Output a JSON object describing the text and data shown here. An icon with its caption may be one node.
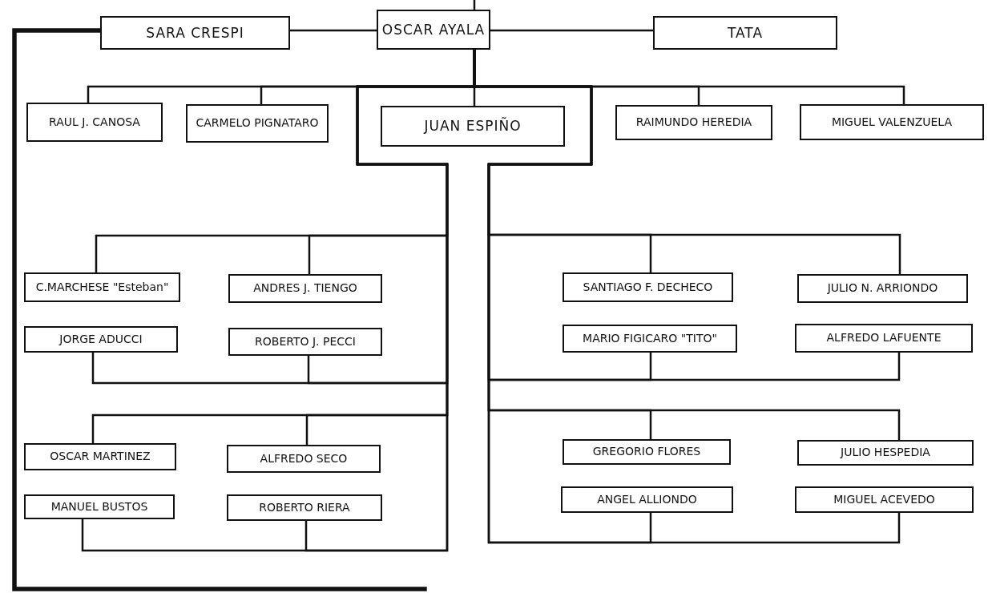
{
  "diagram": {
    "nodes": [
      {
        "text": [
          "SARA CRESPI"
        ]
      },
      {
        "text": [
          "OSCAR AYALA"
        ]
      },
      {
        "text": [
          "TATA"
        ]
      },
      {
        "text": [
          "RAUL J. CANOSA"
        ]
      },
      {
        "text": [
          "CARMELO PIGNATARO"
        ]
      },
      {
        "text": [
          "JUAN ESPIÑO"
        ]
      },
      {
        "text": [
          "RAIMUNDO HEREDIA"
        ]
      },
      {
        "text": [
          "MIGUEL VALENZUELA"
        ]
      },
      {
        "text": [
          "C.MARCHESE \"Esteban\""
        ]
      },
      {
        "text": [
          "ANDRES J. TIENGO"
        ]
      },
      {
        "text": [
          "SANTIAGO F. DECHECO"
        ]
      },
      {
        "text": [
          "JULIO N. ARRIONDO"
        ]
      },
      {
        "text": [
          "JORGE ADUCCI"
        ]
      },
      {
        "text": [
          "ROBERTO J. PECCI"
        ]
      },
      {
        "text": [
          "MARIO FIGICARO \"TITO\""
        ]
      },
      {
        "text": [
          "ALFREDO LAFUENTE"
        ]
      },
      {
        "text": [
          "OSCAR MARTINEZ"
        ]
      },
      {
        "text": [
          "ALFREDO SECO"
        ]
      },
      {
        "text": [
          "GREGORIO FLORES"
        ]
      },
      {
        "text": [
          "JULIO HESPEDIA"
        ]
      },
      {
        "text": [
          "MANUEL BUSTOS"
        ]
      },
      {
        "text": [
          "ROBERTO RIERA"
        ]
      },
      {
        "text": [
          "ANGEL ALLIONDO"
        ]
      },
      {
        "text": [
          "MIGUEL ACEVEDO"
        ]
      }
    ],
    "edges": [
      {
        "from": null,
        "to": 1,
        "arrow": "none"
      },
      {
        "from": 0,
        "to": 1,
        "arrow": "none"
      },
      {
        "from": 1,
        "to": 2,
        "arrow": "none"
      },
      {
        "from": 1,
        "to": 3,
        "arrow": "none"
      },
      {
        "from": 1,
        "to": 4,
        "arrow": "none"
      },
      {
        "from": 1,
        "to": 5,
        "arrow": "none"
      },
      {
        "from": 1,
        "to": 6,
        "arrow": "none"
      },
      {
        "from": 1,
        "to": 7,
        "arrow": "none"
      },
      {
        "from": 1,
        "to": 8,
        "arrow": "none"
      },
      {
        "from": 1,
        "to": 9,
        "arrow": "none"
      },
      {
        "from": 1,
        "to": 10,
        "arrow": "none"
      },
      {
        "from": 1,
        "to": 11,
        "arrow": "none"
      },
      {
        "from": 1,
        "to": 12,
        "arrow": "none"
      },
      {
        "from": 1,
        "to": 13,
        "arrow": "none"
      },
      {
        "from": 1,
        "to": 14,
        "arrow": "none"
      },
      {
        "from": 1,
        "to": 15,
        "arrow": "none"
      },
      {
        "from": 1,
        "to": 16,
        "arrow": "none"
      },
      {
        "from": 1,
        "to": 17,
        "arrow": "none"
      },
      {
        "from": 1,
        "to": 18,
        "arrow": "none"
      },
      {
        "from": 1,
        "to": 19,
        "arrow": "none"
      },
      {
        "from": 1,
        "to": 20,
        "arrow": "none"
      },
      {
        "from": 1,
        "to": 21,
        "arrow": "none"
      },
      {
        "from": 1,
        "to": 22,
        "arrow": "none"
      },
      {
        "from": 1,
        "to": 23,
        "arrow": "none"
      },
      {
        "from": 0,
        "to": null,
        "arrow": "none",
        "style": "thick"
      }
    ]
  }
}
